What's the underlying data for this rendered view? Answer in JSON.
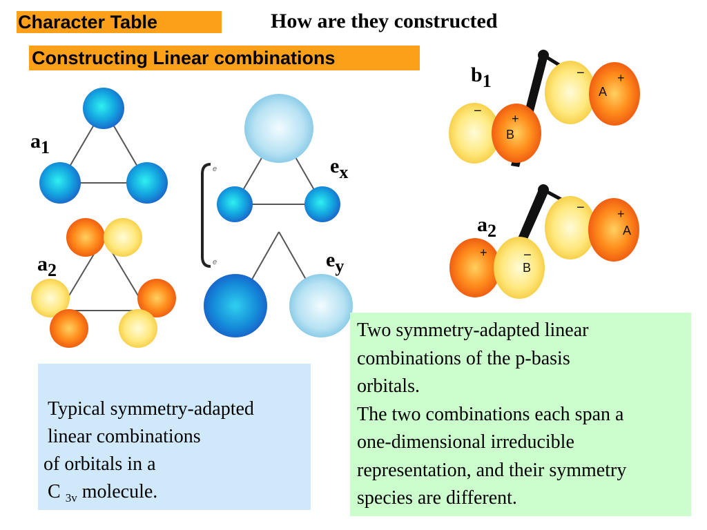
{
  "header": {
    "character_table": "Character Table",
    "how_constructed": "How are they constructed",
    "constructing": "Constructing  Linear combinations"
  },
  "labels": {
    "a1_letter": "a",
    "a1_sub": "1",
    "a2_letter": "a",
    "a2_sub": "2",
    "ex_letter": "e",
    "ex_sub": "x",
    "ey_letter": "e",
    "ey_sub": "y",
    "b1_letter": "b",
    "b1_sub": "1",
    "a2r_letter": "a",
    "a2r_sub": "2",
    "small_e": "e"
  },
  "orbitals": {
    "plus": "+",
    "minus": "−",
    "A": "A",
    "B": "B"
  },
  "caption_left": {
    "line1": " Typical symmetry-adapted",
    "line2": " linear combinations",
    "line3": "of orbitals in a",
    "line4_pre": " C ",
    "line4_sub": "3v",
    "line4_post": " molecule."
  },
  "caption_right": {
    "line1": "Two symmetry-adapted linear",
    "line2": "combinations of the p-basis",
    "line3": " orbitals.",
    "line4": "The two combinations each span a",
    "line5": " one-dimensional irreducible",
    "line6": "representation, and their symmetry",
    "line7": "species are different."
  },
  "colors": {
    "orange_label": "#fba018",
    "blue_box": "#cfe9fb",
    "green_box": "#ccfdcc"
  }
}
